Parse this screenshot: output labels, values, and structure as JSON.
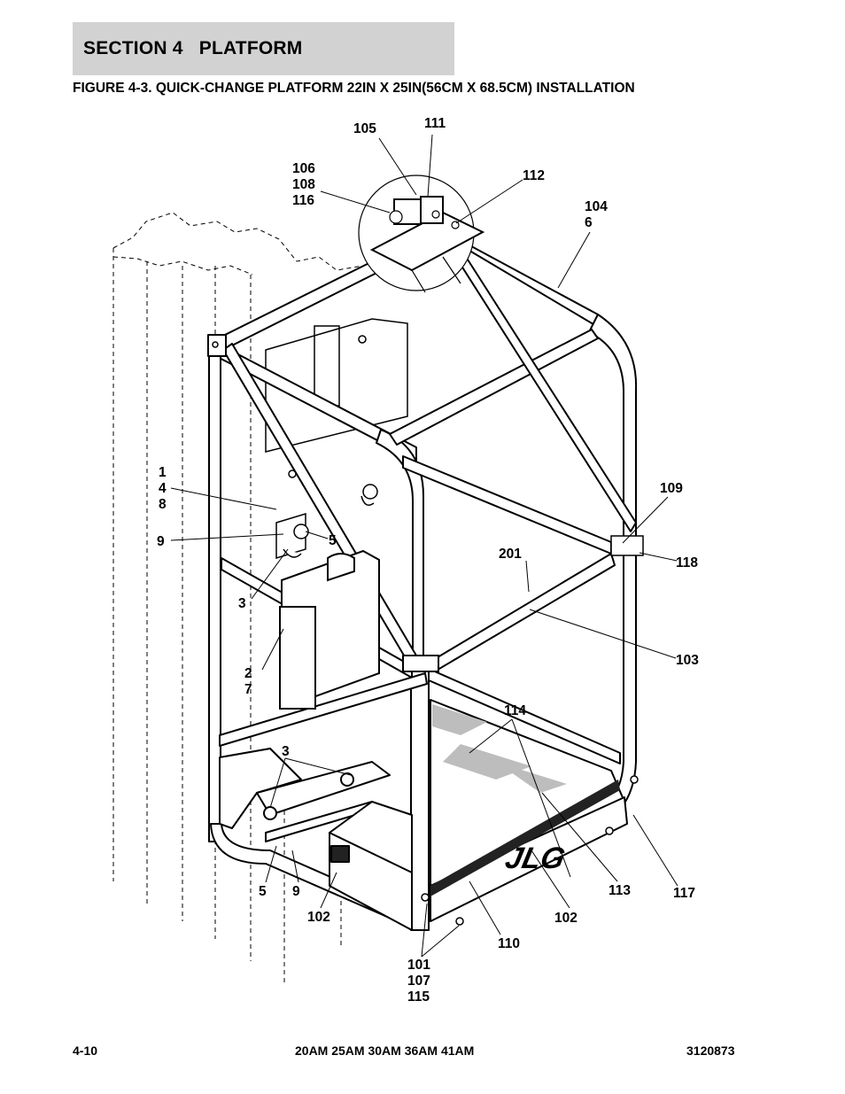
{
  "header": {
    "section_title": "SECTION 4   PLATFORM"
  },
  "figure": {
    "title": "FIGURE 4-3. QUICK-CHANGE PLATFORM 22IN X 25IN(56CM X 68.5CM) INSTALLATION",
    "logo_text": "JLG"
  },
  "callouts": {
    "c105": "105",
    "c111": "111",
    "c106": "106\n108\n116",
    "c112": "112",
    "c104": "104\n6",
    "c1": "1\n4\n8",
    "c9a": "9",
    "c5a": "5",
    "c3a": "3",
    "c201": "201",
    "c109": "109",
    "c118": "118",
    "c2": "2\n7",
    "c103": "103",
    "c114": "114",
    "c3b": "3",
    "c5b": "5",
    "c9b": "9",
    "c102a": "102",
    "c113": "113",
    "c117": "117",
    "c102b": "102",
    "c110": "110",
    "c101": "101\n107\n115"
  },
  "footer": {
    "page": "4-10",
    "models": "20AM 25AM 30AM 36AM 41AM",
    "doc_number": "3120873"
  }
}
